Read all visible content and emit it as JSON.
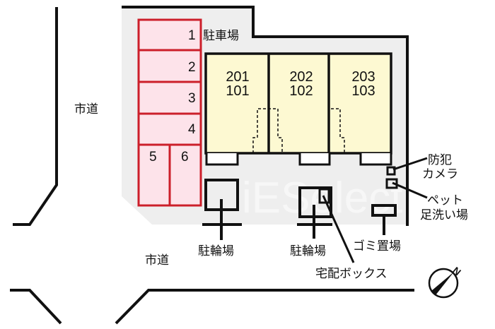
{
  "roads": {
    "left": "市道",
    "bottom": "市道"
  },
  "parking": {
    "label": "駐車場",
    "spaces": [
      "1",
      "2",
      "3",
      "4",
      "5",
      "6"
    ]
  },
  "units": [
    {
      "upper": "201",
      "lower": "101"
    },
    {
      "upper": "202",
      "lower": "102"
    },
    {
      "upper": "203",
      "lower": "103"
    }
  ],
  "facilities": {
    "bicycle_parking_1": "駐輪場",
    "bicycle_parking_2": "駐輪場",
    "garbage": "ゴミ置場",
    "delivery_box": "宅配ボックス",
    "camera_line1": "防犯",
    "camera_line2": "カメラ",
    "pet_line1": "ペット",
    "pet_line2": "足洗い場"
  },
  "compass": {
    "north": "N"
  },
  "watermark": "iESelect",
  "colors": {
    "lot": "#eeeeee",
    "parking_fill": "#fde3ea",
    "parking_border": "#cc1f2a",
    "building": "#fdf9d2"
  }
}
